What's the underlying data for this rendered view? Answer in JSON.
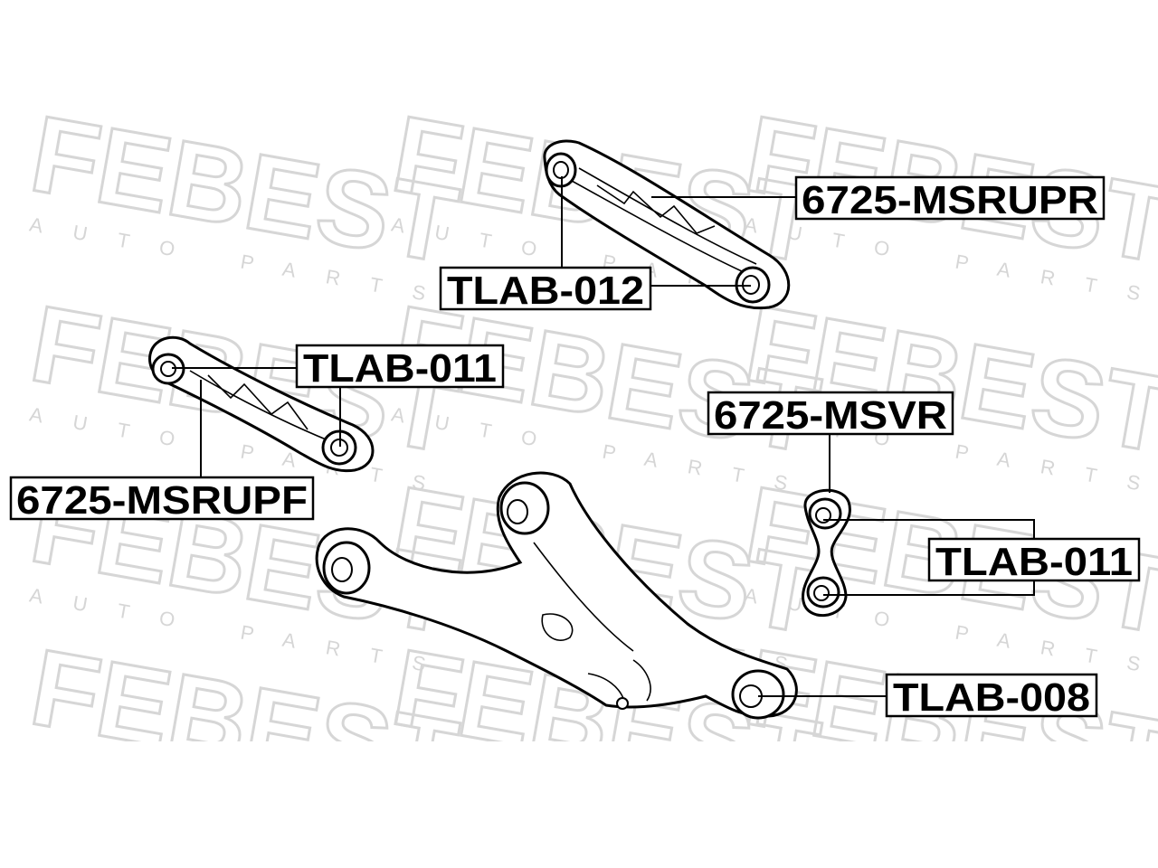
{
  "watermark": {
    "brand": "FEBEST",
    "tagline": "AUTO PARTS",
    "color": "#dcdcdc"
  },
  "labels": {
    "msrupr": "6725-MSRUPR",
    "tlab012": "TLAB-012",
    "tlab011_left": "TLAB-011",
    "msrupf": "6725-MSRUPF",
    "msvr": "6725-MSVR",
    "tlab011_right": "TLAB-011",
    "tlab008": "TLAB-008"
  }
}
